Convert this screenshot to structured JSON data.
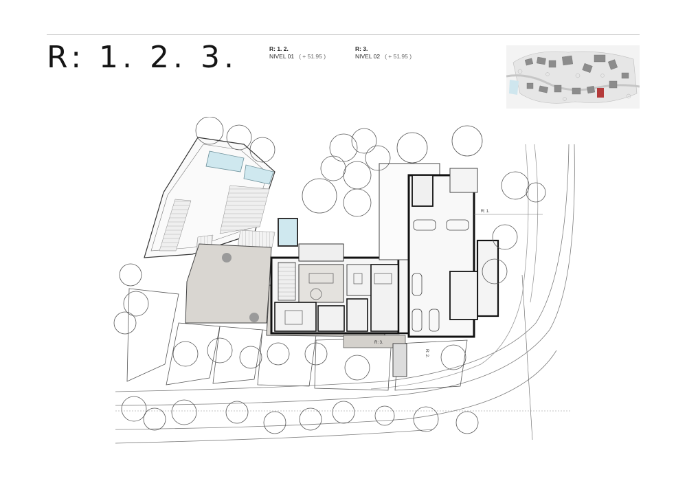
{
  "header": {
    "title": "R: 1. 2. 3.",
    "levels": [
      {
        "code": "R: 1. 2.",
        "name": "NIVEL 01",
        "elevation": "( + 51.95 )"
      },
      {
        "code": "R: 3.",
        "name": "NIVEL 02",
        "elevation": "( + 51.95 )"
      }
    ]
  },
  "plan": {
    "labels": {
      "r1": "R: 1.",
      "r2": "R: 2.",
      "r3": "R: 3."
    }
  },
  "colors": {
    "terrace": "#d9d6d1",
    "wall": "#111111",
    "highlight": "#b43a3a",
    "tree_stroke": "#555555"
  }
}
